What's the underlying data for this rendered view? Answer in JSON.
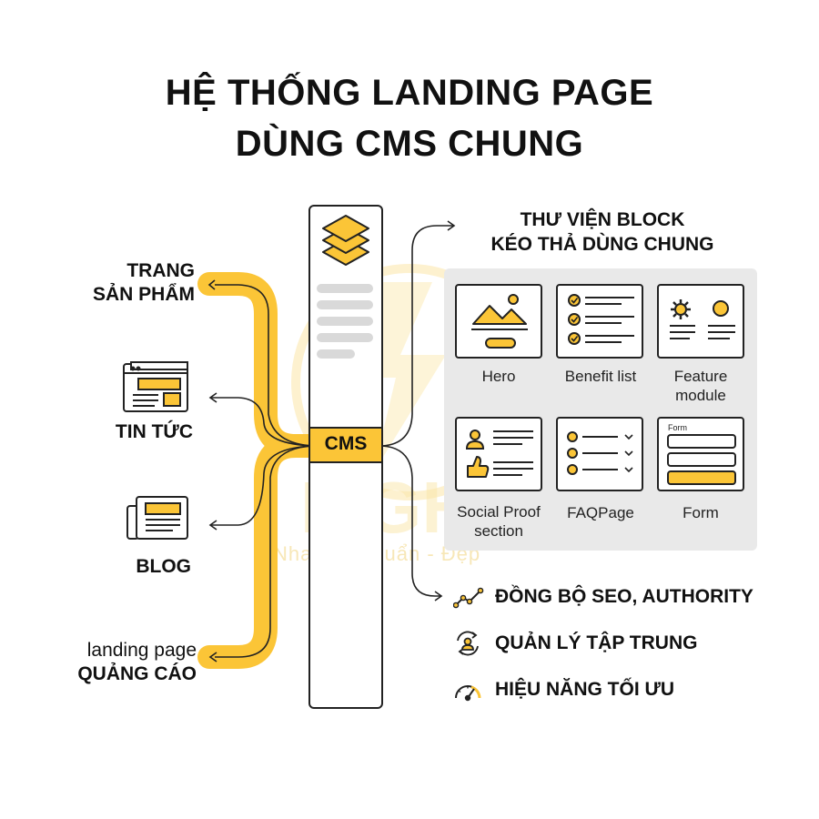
{
  "title": {
    "line1": "HỆ THỐNG LANDING PAGE",
    "line2": "DÙNG CMS CHUNG"
  },
  "cms": {
    "label": "CMS"
  },
  "left_items": [
    {
      "label_line1": "TRANG",
      "label_line2": "SẢN PHẨM"
    },
    {
      "label": "TIN TỨC",
      "icon": "news-page-icon"
    },
    {
      "label": "BLOG",
      "icon": "newspaper-icon"
    },
    {
      "label_line1": "landing page",
      "label_line2": "QUẢNG CÁO"
    }
  ],
  "library": {
    "title_line1": "THƯ VIỆN BLOCK",
    "title_line2": "KÉO THẢ DÙNG CHUNG",
    "blocks": [
      {
        "label": "Hero",
        "icon": "image-icon"
      },
      {
        "label": "Benefit list",
        "icon": "checklist-icon"
      },
      {
        "label_line1": "Feature",
        "label_line2": "module",
        "icon": "feature-icon"
      },
      {
        "label_line1": "Social Proof",
        "label_line2": "section",
        "icon": "testimonial-icon"
      },
      {
        "label": "FAQPage",
        "icon": "faq-icon"
      },
      {
        "label": "Form",
        "icon": "form-icon",
        "caption": "Form"
      }
    ]
  },
  "features": [
    {
      "label": "ĐỒNG BỘ SEO, AUTHORITY",
      "icon": "trend-line-icon"
    },
    {
      "label": "QUẢN LÝ TẬP TRUNG",
      "icon": "team-sync-icon"
    },
    {
      "label": "HIỆU NĂNG TỐI ƯU",
      "icon": "speedometer-icon"
    }
  ],
  "watermark": {
    "brand": "LIGHT",
    "tagline": "Nhanh - Chuẩn - Đẹp"
  },
  "colors": {
    "accent": "#FBC537",
    "dark": "#222222",
    "panel": "#E9E9E9",
    "bar": "#D9D9D9"
  }
}
